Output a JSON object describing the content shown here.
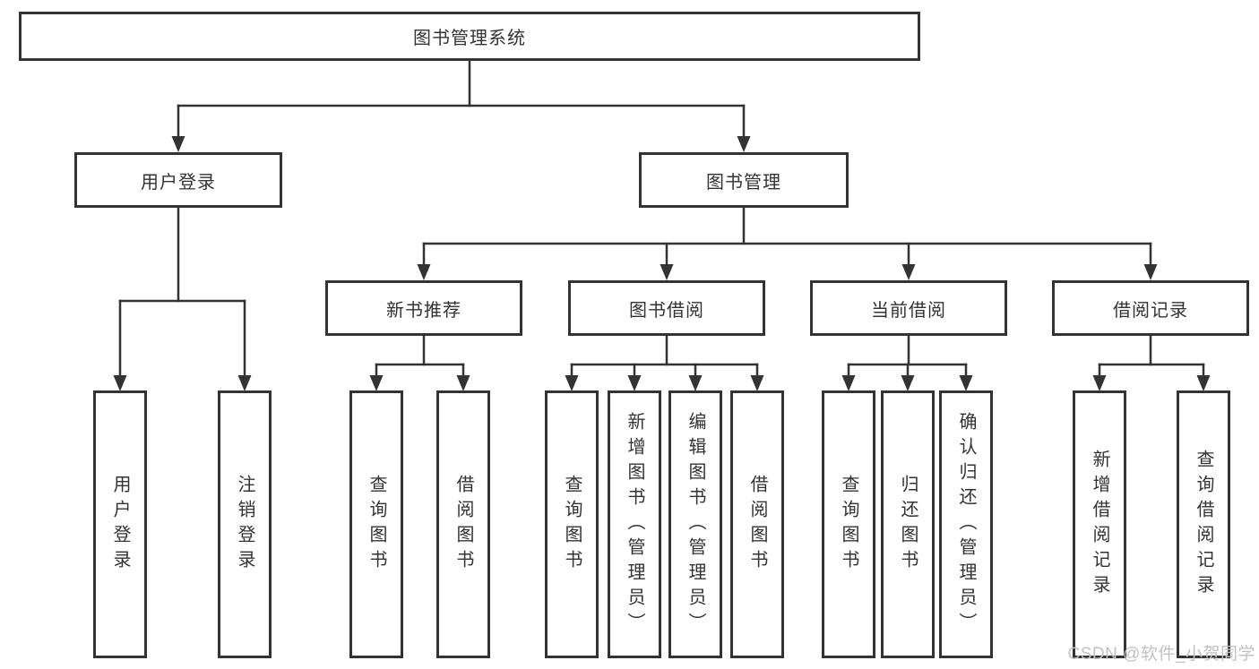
{
  "diagram": {
    "watermark": "CSDN @软件_小贺同学",
    "colors": {
      "line": "#333333",
      "box_border": "#333333",
      "box_background": "#ffffff",
      "text": "#333333",
      "watermark_text": "#c2c2c2"
    },
    "tree": {
      "label": "图书管理系统",
      "children": [
        {
          "label": "用户登录",
          "children": [
            {
              "label": "用户登录"
            },
            {
              "label": "注销登录"
            }
          ]
        },
        {
          "label": "图书管理",
          "children": [
            {
              "label": "新书推荐",
              "children": [
                {
                  "label": "查询图书"
                },
                {
                  "label": "借阅图书"
                }
              ]
            },
            {
              "label": "图书借阅",
              "children": [
                {
                  "label": "查询图书"
                },
                {
                  "label": "新增图书（管理员）"
                },
                {
                  "label": "编辑图书（管理员）"
                },
                {
                  "label": "借阅图书"
                }
              ]
            },
            {
              "label": "当前借阅",
              "children": [
                {
                  "label": "查询图书"
                },
                {
                  "label": "归还图书"
                },
                {
                  "label": "确认归还（管理员）"
                }
              ]
            },
            {
              "label": "借阅记录",
              "children": [
                {
                  "label": "新增借阅记录"
                },
                {
                  "label": "查询借阅记录"
                }
              ]
            }
          ]
        }
      ]
    }
  }
}
